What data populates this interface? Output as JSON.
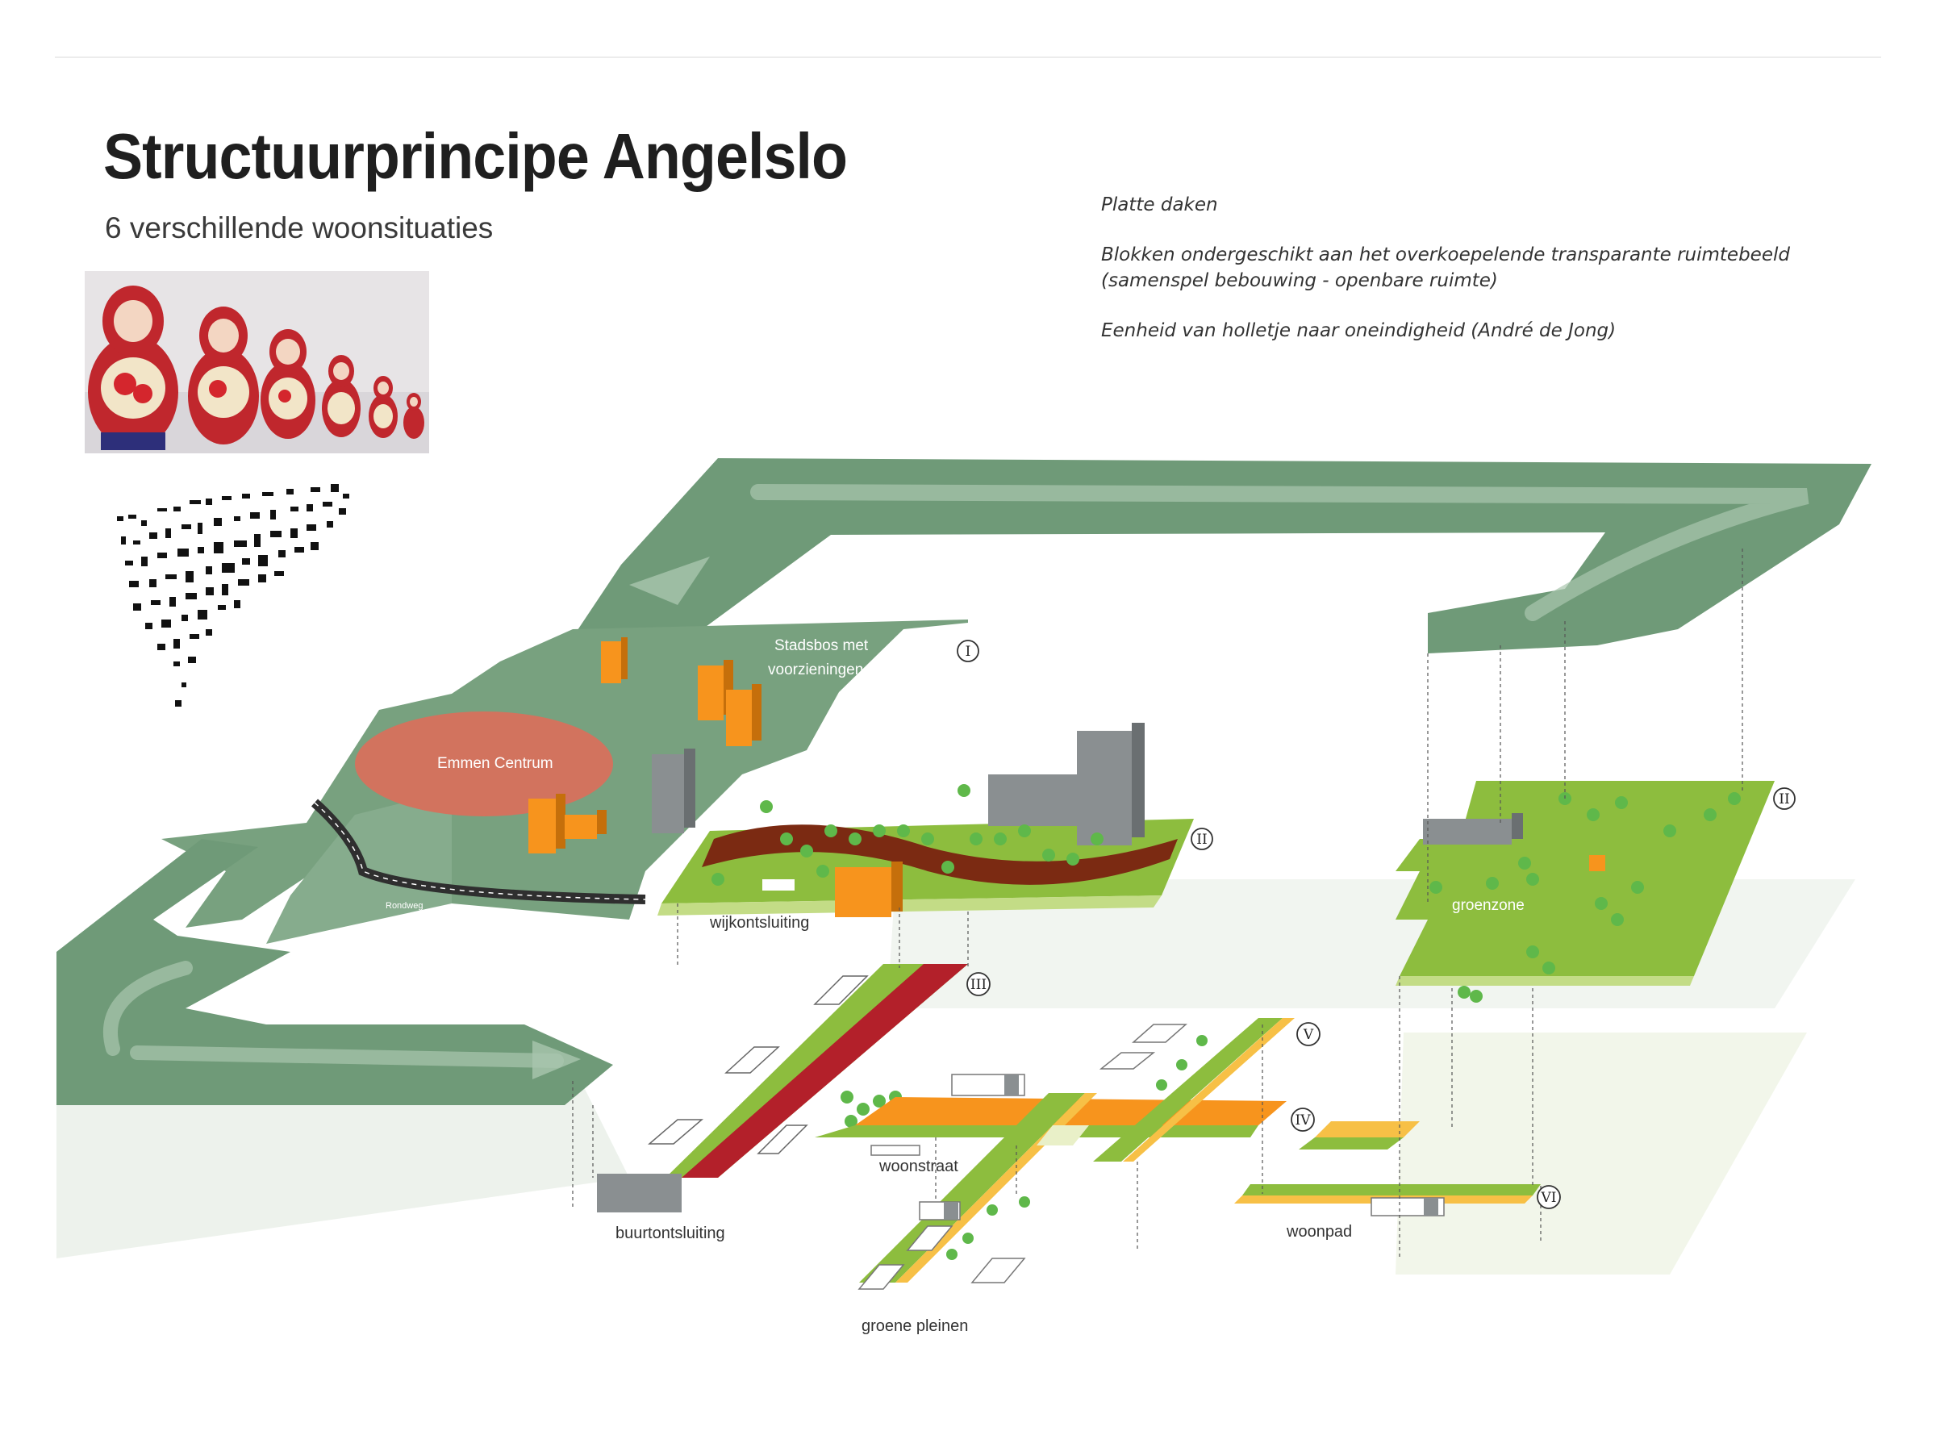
{
  "header": {
    "title": "Structuurprincipe Angelslo",
    "subtitle": "6 verschillende woonsituaties"
  },
  "notes": {
    "line1": "Platte daken",
    "line2": "Blokken ondergeschikt aan het overkoepelende transparante ruimtebeeld (samenspel bebouwing - openbare ruimte)",
    "line3": "Eenheid van holletje naar oneindigheid (André de Jong)"
  },
  "labels": {
    "stadsbos_1": "Stadsbos met",
    "stadsbos_2": "voorzieningen",
    "emmen_centrum": "Emmen Centrum",
    "roadway": "Rondweg",
    "wijkontsluiting": "wijkontsluiting",
    "groenzone": "groenzone",
    "buurtontsluiting": "buurtontsluiting",
    "woonstraat": "woonstraat",
    "woonpad": "woonpad",
    "groene_pleinen": "groene pleinen"
  },
  "numerals": {
    "n1": "I",
    "n2a": "II",
    "n2b": "II",
    "n3": "III",
    "n4": "IV",
    "n5": "V",
    "n6": "VI"
  },
  "colors": {
    "ring_green": "#6f9a78",
    "ring_light": "#a9c6ae",
    "lawn": "#8dbd3e",
    "lawn_light": "#c3dc86",
    "orange": "#f7941d",
    "grey": "#8a8f91",
    "red_path": "#b3202a",
    "brown_path": "#7b2a12",
    "centrum": "#d2735e"
  }
}
